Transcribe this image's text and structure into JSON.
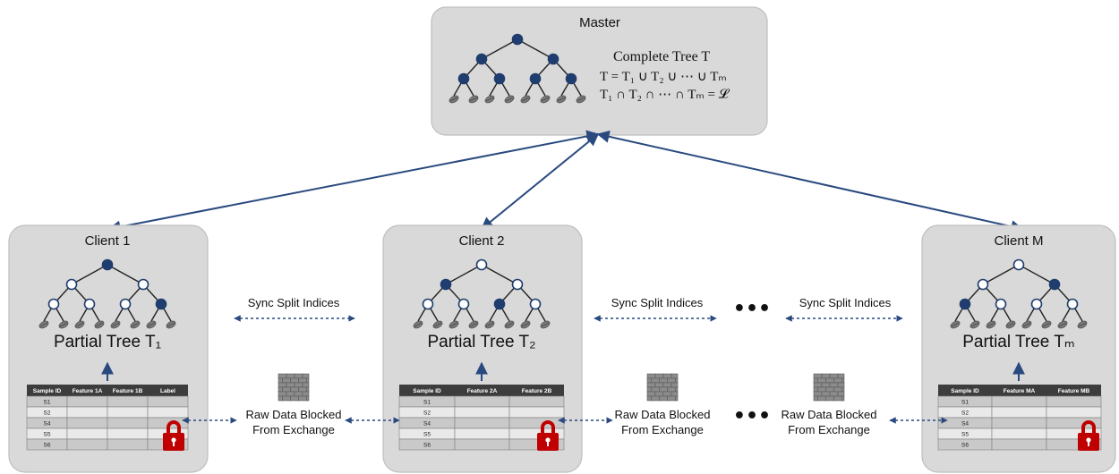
{
  "master": {
    "title": "Master",
    "tree_title": "Complete Tree T",
    "formula_union": "T = T₁ ∪ T₂ ∪ ⋯ ∪ Tₘ",
    "formula_intersection": "T₁ ∩ T₂ ∩ ⋯ ∩ Tₘ = 𝓛"
  },
  "clients": [
    {
      "title": "Client 1",
      "tree_label": "Partial Tree T₁",
      "table": {
        "headers": [
          "Sample ID",
          "Feature 1A",
          "Feature 1B",
          "Label"
        ],
        "rows": [
          "S1",
          "S2",
          "S4",
          "S5",
          "S6"
        ]
      },
      "lock_icon": "lock-icon"
    },
    {
      "title": "Client 2",
      "tree_label": "Partial Tree T₂",
      "table": {
        "headers": [
          "Sample ID",
          "Feature 2A",
          "Feature 2B"
        ],
        "rows": [
          "S1",
          "S2",
          "S4",
          "S5",
          "S6"
        ]
      },
      "lock_icon": "lock-icon"
    },
    {
      "title": "Client M",
      "tree_label": "Partial Tree Tₘ",
      "table": {
        "headers": [
          "Sample ID",
          "Feature MA",
          "Feature MB"
        ],
        "rows": [
          "S1",
          "S2",
          "S4",
          "S5",
          "S6"
        ]
      },
      "lock_icon": "lock-icon"
    }
  ],
  "sync_label": "Sync Split Indices",
  "blocked_label_line1": "Raw Data Blocked",
  "blocked_label_line2": "From Exchange",
  "ellipsis": "•••",
  "icons": {
    "firewall": "firewall-icon",
    "lock": "lock-icon",
    "leaf": "leaf-icon"
  },
  "colors": {
    "node": "#1f3d6e",
    "arrow": "#2a4a7f",
    "box": "#d9d9d9",
    "lock": "#c00000"
  }
}
